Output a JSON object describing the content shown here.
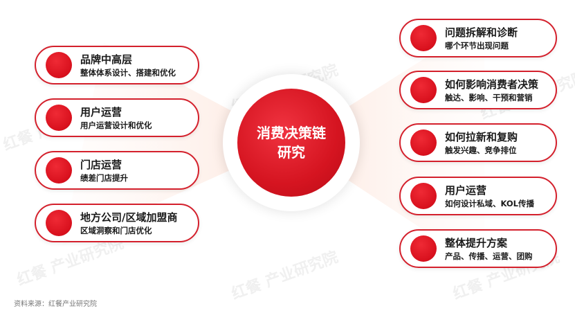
{
  "center": {
    "line1": "消费决策链",
    "line2": "研究"
  },
  "left_items": [
    {
      "title": "品牌中高层",
      "subtitle": "整体体系设计、搭建和优化"
    },
    {
      "title": "用户运营",
      "subtitle": "用户运营设计和优化"
    },
    {
      "title": "门店运营",
      "subtitle": "绩差门店提升"
    },
    {
      "title": "地方公司/区域加盟商",
      "subtitle": "区域洞察和门店优化"
    }
  ],
  "right_items": [
    {
      "title": "问题拆解和诊断",
      "subtitle": "哪个环节出现问题"
    },
    {
      "title": "如何影响消费者决策",
      "subtitle": "触达、影响、干预和营销"
    },
    {
      "title": "如何拉新和复购",
      "subtitle": "触发兴趣、竞争排位"
    },
    {
      "title": "用户运营",
      "subtitle": "如何设计私域、KOL传播"
    },
    {
      "title": "整体提升方案",
      "subtitle": "产品、传播、运营、团购"
    }
  ],
  "watermark": "红餐 产业研究院",
  "source": "资料来源：红餐产业研究院",
  "colors": {
    "accent": "#d4202c",
    "ray": "#fdebe3"
  }
}
